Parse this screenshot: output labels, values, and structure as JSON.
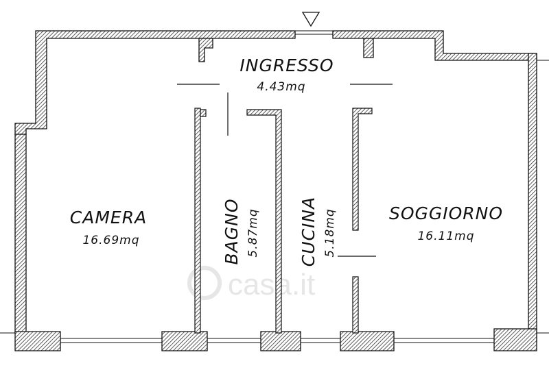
{
  "plan": {
    "rooms": {
      "ingresso": {
        "name": "INGRESSO",
        "area": "4.43mq"
      },
      "camera": {
        "name": "CAMERA",
        "area": "16.69mq"
      },
      "bagno": {
        "name": "BAGNO",
        "area": "5.87mq"
      },
      "cucina": {
        "name": "CUCINA",
        "area": "5.18mq"
      },
      "soggiorno": {
        "name": "SOGGIORNO",
        "area": "16.11mq"
      }
    },
    "watermark": "casa.it",
    "colors": {
      "wall_hatch": "#555555",
      "line": "#111111",
      "background": "#ffffff"
    }
  }
}
